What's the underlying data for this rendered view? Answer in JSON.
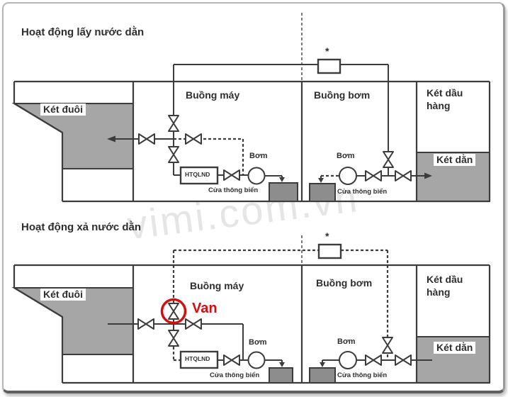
{
  "colors": {
    "line": "#3c3c3c",
    "tank_fill": "#a6a6a6",
    "sea_chest_fill": "#8d8d8d",
    "accent_red": "#d21010",
    "watermark_gray": "#dfdfdf",
    "background": "#ffffff"
  },
  "watermark": "vimi.com.vn",
  "top": {
    "title": "Hoạt động lấy nước dằn",
    "aft_tank": "Két đuôi",
    "engine_room": "Buồng máy",
    "pump_room": "Buồng bơm",
    "cargo_tank": "Két dầu hàng",
    "ballast_tank": "Két dằn",
    "engine_pump": "Bơm",
    "room_pump": "Bơm",
    "engine_sea_chest": "Cửa thông biển",
    "room_sea_chest": "Cửa thông biển",
    "bwms": "HTQLND",
    "asterisk": "*"
  },
  "bottom": {
    "title": "Hoạt động xả nước dằn",
    "aft_tank": "Két đuôi",
    "engine_room": "Buồng máy",
    "pump_room": "Buồng bơm",
    "cargo_tank": "Két dầu hàng",
    "ballast_tank": "Két dằn",
    "engine_pump": "Bơm",
    "room_pump": "Bơm",
    "engine_sea_chest": "Cửa thông biển",
    "room_sea_chest": "Cửa thông biển",
    "bwms": "HTQLND",
    "asterisk": "*",
    "valve_callout": "Van"
  }
}
